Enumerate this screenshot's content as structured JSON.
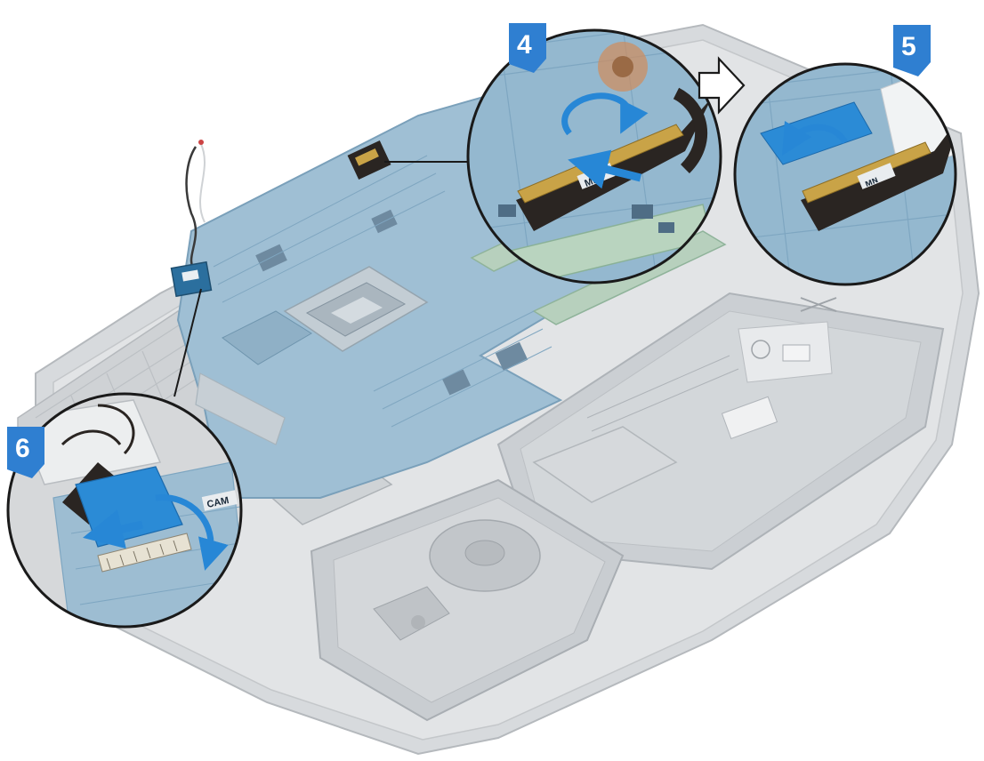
{
  "figure": {
    "callouts": [
      {
        "id": "callout-4",
        "step": "4"
      },
      {
        "id": "callout-5",
        "step": "5"
      },
      {
        "id": "callout-6",
        "step": "6"
      }
    ],
    "connector_labels": {
      "callout_4_label": "Mᴇ",
      "callout_5_label": "ᴍɴ",
      "callout_6_label": "CAM"
    }
  },
  "colors": {
    "badge_blue": "#2f7fd1",
    "board_blue": "#8fb6cf",
    "chassis_gray": "#c8cbce",
    "tape_blue": "#2b8bd6",
    "connector_black": "#2a2522",
    "connector_gold": "#c9a347",
    "arrow_blue": "#2787d6"
  },
  "icons": {
    "callout_arrow": "outline-right-arrow-icon",
    "rotate_arrow": "curved-arrow-icon",
    "push_arrow": "straight-arrow-icon"
  }
}
